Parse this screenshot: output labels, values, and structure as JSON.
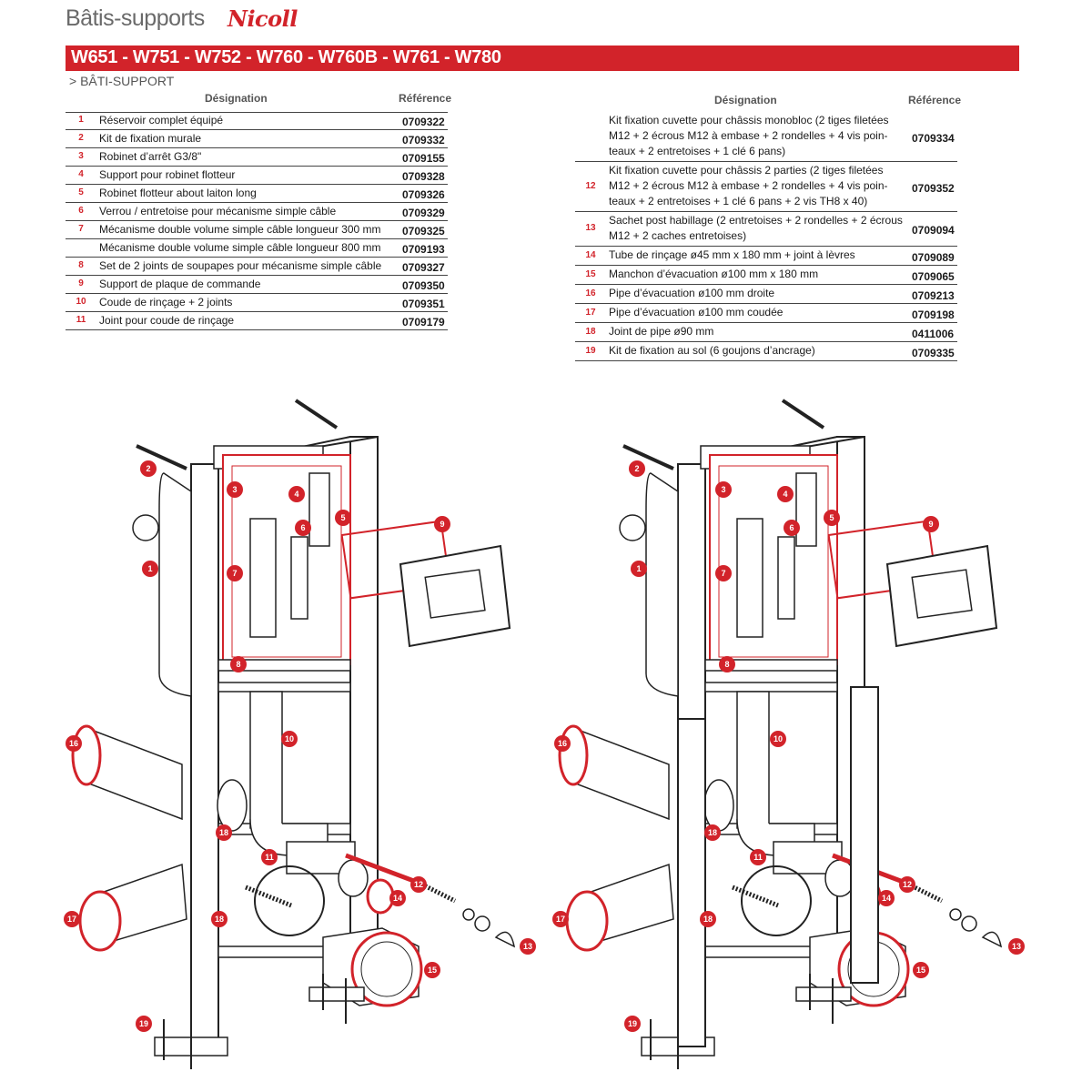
{
  "header": {
    "title": "Bâtis-supports",
    "brand": "Nicoll",
    "models": "W651 - W751 - W752 - W760 - W760B - W761 - W780",
    "section": "> BÂTI-SUPPORT"
  },
  "columns": {
    "designation": "Désignation",
    "reference": "Référence"
  },
  "left_table": [
    {
      "num": "1",
      "lines": [
        "Réservoir complet équipé"
      ],
      "ref": "0709322"
    },
    {
      "num": "2",
      "lines": [
        "Kit de fixation murale"
      ],
      "ref": "0709332"
    },
    {
      "num": "3",
      "lines": [
        "Robinet d’arrêt G3/8\""
      ],
      "ref": "0709155"
    },
    {
      "num": "4",
      "lines": [
        "Support pour robinet flotteur"
      ],
      "ref": "0709328"
    },
    {
      "num": "5",
      "lines": [
        "Robinet flotteur about laiton long"
      ],
      "ref": "0709326"
    },
    {
      "num": "6",
      "lines": [
        "Verrou / entretoise pour mécanisme simple câble"
      ],
      "ref": "0709329"
    },
    {
      "num": "7",
      "lines": [
        "Mécanisme double volume simple câble longueur 300 mm"
      ],
      "ref": "0709325"
    },
    {
      "num": "",
      "lines": [
        "Mécanisme double volume simple câble longueur 800 mm"
      ],
      "ref": "0709193"
    },
    {
      "num": "8",
      "lines": [
        "Set de 2 joints de soupapes pour mécanisme simple câble"
      ],
      "ref": "0709327"
    },
    {
      "num": "9",
      "lines": [
        "Support de plaque de commande"
      ],
      "ref": "0709350"
    },
    {
      "num": "10",
      "lines": [
        "Coude de rinçage + 2 joints"
      ],
      "ref": "0709351"
    },
    {
      "num": "11",
      "lines": [
        "Joint pour coude de rinçage"
      ],
      "ref": "0709179"
    }
  ],
  "right_table": [
    {
      "num": "",
      "lines": [
        "Kit fixation cuvette pour châssis monobloc (2 tiges filetées",
        "M12 + 2 écrous M12 à embase + 2 rondelles + 4 vis poin-",
        "teaux + 2 entretoises + 1 clé 6 pans)"
      ],
      "ref": "0709334"
    },
    {
      "num": "12",
      "lines": [
        "Kit fixation cuvette pour châssis 2 parties (2 tiges filetées",
        "M12 + 2 écrous M12 à embase + 2 rondelles + 4 vis poin-",
        "teaux + 2 entretoises + 1 clé 6 pans + 2 vis TH8 x 40)"
      ],
      "ref": "0709352"
    },
    {
      "num": "13",
      "lines": [
        "Sachet post habillage (2 entretoises + 2 rondelles + 2 écrous",
        "M12 + 2 caches entretoises)"
      ],
      "ref": "0709094"
    },
    {
      "num": "14",
      "lines": [
        "Tube de rinçage ø45 mm x 180 mm + joint à lèvres"
      ],
      "ref": "0709089"
    },
    {
      "num": "15",
      "lines": [
        "Manchon d’évacuation ø100 mm x 180 mm"
      ],
      "ref": "0709065"
    },
    {
      "num": "16",
      "lines": [
        "Pipe d’évacuation ø100 mm droite"
      ],
      "ref": "0709213"
    },
    {
      "num": "17",
      "lines": [
        "Pipe d’évacuation ø100 mm coudée"
      ],
      "ref": "0709198"
    },
    {
      "num": "18",
      "lines": [
        "Joint de pipe ø90 mm"
      ],
      "ref": "0411006"
    },
    {
      "num": "19",
      "lines": [
        "Kit de fixation au sol (6 goujons d’ancrage)"
      ],
      "ref": "0709335"
    }
  ],
  "callouts": [
    "1",
    "2",
    "3",
    "4",
    "5",
    "6",
    "7",
    "8",
    "9",
    "10",
    "11",
    "12",
    "13",
    "14",
    "15",
    "16",
    "17",
    "18",
    "19"
  ],
  "colors": {
    "accent": "#d2232a",
    "line": "#444444"
  }
}
